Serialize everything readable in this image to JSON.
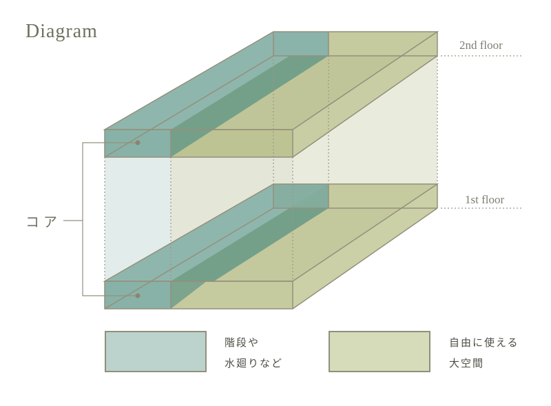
{
  "title": "Diagram",
  "floors": [
    {
      "label": "2nd floor"
    },
    {
      "label": "1st floor"
    }
  ],
  "core_label": "コア",
  "legend": [
    {
      "label_line1": "階段や",
      "label_line2": "水廻りなど",
      "color": "#bcd2cc"
    },
    {
      "label_line1": "自由に使える",
      "label_line2": "大空間",
      "color": "#d6dbb9"
    }
  ],
  "colors": {
    "core_top": "#8fb6ac",
    "core_front": "#88b2a8",
    "core_side": "#74a08a",
    "space_top": "#c2c79c",
    "space_front": "#c6ca9f",
    "space_side": "#ccd0a7",
    "edge": "#948f7c",
    "core_column": "#e2ecea",
    "space_column": "#e8eadd"
  }
}
